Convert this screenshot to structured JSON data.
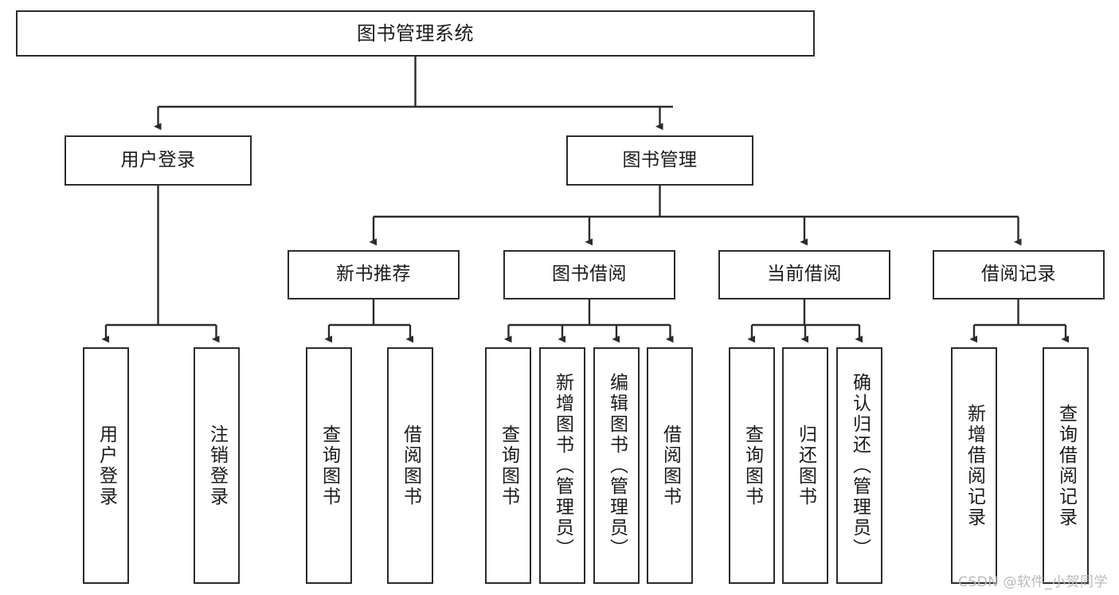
{
  "diagram": {
    "title": "图书管理系统",
    "type": "tree-hierarchy",
    "stroke_color": "#2b2b2b",
    "fill_color": "#ffffff",
    "text_color": "#1b1b1b",
    "watermark": "CSDN @软件_小贺同学"
  },
  "nodes": {
    "root": {
      "label": "图书管理系统"
    },
    "level2": [
      {
        "label": "用户登录"
      },
      {
        "label": "图书管理"
      }
    ],
    "level3": [
      {
        "label": "新书推荐"
      },
      {
        "label": "图书借阅"
      },
      {
        "label": "当前借阅"
      },
      {
        "label": "借阅记录"
      }
    ],
    "leaves_user_login": [
      {
        "label": "用户登录"
      },
      {
        "label": "注销登录"
      }
    ],
    "leaves_new_book": [
      {
        "label": "查询图书"
      },
      {
        "label": "借阅图书"
      }
    ],
    "leaves_borrow": [
      {
        "label": "查询图书"
      },
      {
        "label": "新增图书（管理员）"
      },
      {
        "label": "编辑图书（管理员）"
      },
      {
        "label": "借阅图书"
      }
    ],
    "leaves_current": [
      {
        "label": "查询图书"
      },
      {
        "label": "归还图书"
      },
      {
        "label": "确认归还（管理员）"
      }
    ],
    "leaves_record": [
      {
        "label": "新增借阅记录"
      },
      {
        "label": "查询借阅记录"
      }
    ]
  }
}
